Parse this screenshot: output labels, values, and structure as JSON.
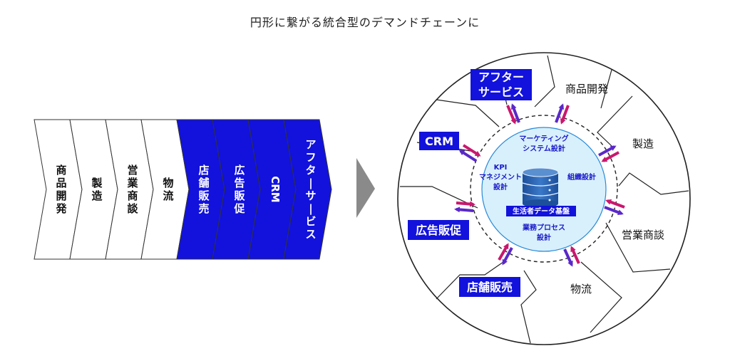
{
  "title": "円形に繋がる統合型のデマンドチェーンに",
  "chain": [
    {
      "label": "商品開発",
      "highlight": false
    },
    {
      "label": "製造",
      "highlight": false
    },
    {
      "label": "営業商談",
      "highlight": false
    },
    {
      "label": "物流",
      "highlight": false
    },
    {
      "label": "店舗販売",
      "highlight": true
    },
    {
      "label": "広告販促",
      "highlight": true
    },
    {
      "label": "CRM",
      "highlight": true
    },
    {
      "label": "アフターサービス",
      "highlight": true
    }
  ],
  "circle": {
    "boxes": {
      "after_service": [
        "アフター",
        "サービス"
      ],
      "crm": "CRM",
      "ad": "広告販促",
      "store": "店舗販売"
    },
    "segments": {
      "product_dev": "商品開発",
      "manufacturing": "製造",
      "sales": "営業商談",
      "logistics": "物流"
    },
    "inner": {
      "marketing": [
        "マーケティング",
        "システム設計"
      ],
      "kpi": [
        "KPI",
        "マネジメント",
        "設計"
      ],
      "org": "組織設計",
      "base": "生活者データ基盤",
      "process": [
        "業務プロセス",
        "設計"
      ]
    }
  },
  "colors": {
    "blue": "#1212dc",
    "magenta": "#c8186e",
    "purple": "#5a28c8",
    "light_blue": "#d8f0fc",
    "arrow_gray": "#8a8a8a"
  }
}
